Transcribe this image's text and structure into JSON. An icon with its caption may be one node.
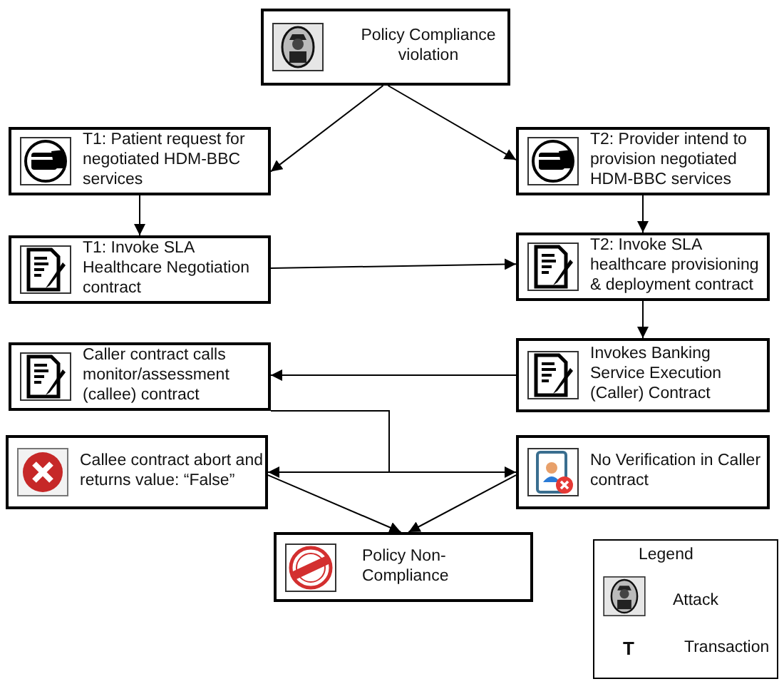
{
  "diagram": {
    "nodes": [
      {
        "text": [
          "Policy Compliance violation"
        ]
      },
      {
        "text": [
          "T1: Patient request for negotiated HDM-BBC services"
        ]
      },
      {
        "text": [
          "T2: Provider intend to provision negotiated HDM-BBC services"
        ]
      },
      {
        "text": [
          "T1: Invoke SLA Healthcare Negotiation contract"
        ]
      },
      {
        "text": [
          "T2: Invoke SLA healthcare provisioning & deployment contract"
        ]
      },
      {
        "text": [
          "Caller contract calls monitor/assessment (callee) contract"
        ]
      },
      {
        "text": [
          "Invokes  Banking Service Execution (Caller) Contract"
        ]
      },
      {
        "text": [
          "Callee contract abort and returns value: “False”"
        ]
      },
      {
        "text": [
          "No Verification in Caller contract"
        ]
      },
      {
        "text": [
          "Policy Non-Compliance"
        ]
      }
    ],
    "edges": [
      {
        "from": 0,
        "to": 1,
        "arrow": "to"
      },
      {
        "from": 0,
        "to": 2,
        "arrow": "to"
      },
      {
        "from": 1,
        "to": 3,
        "arrow": "to"
      },
      {
        "from": 2,
        "to": 4,
        "arrow": "to"
      },
      {
        "from": 3,
        "to": 4,
        "arrow": "to"
      },
      {
        "from": 4,
        "to": 6,
        "arrow": "to"
      },
      {
        "from": 6,
        "to": 5,
        "arrow": "to"
      },
      {
        "from": 5,
        "to": 7,
        "arrow": "to"
      },
      {
        "from": 5,
        "to": 8,
        "arrow": "to"
      },
      {
        "from": 7,
        "to": 9,
        "arrow": "to"
      },
      {
        "from": 8,
        "to": 9,
        "arrow": "to"
      }
    ],
    "labels": [
      "Legend",
      "T"
    ],
    "legend": [
      {
        "text": "Attack"
      },
      {
        "text": "Transaction"
      }
    ]
  }
}
